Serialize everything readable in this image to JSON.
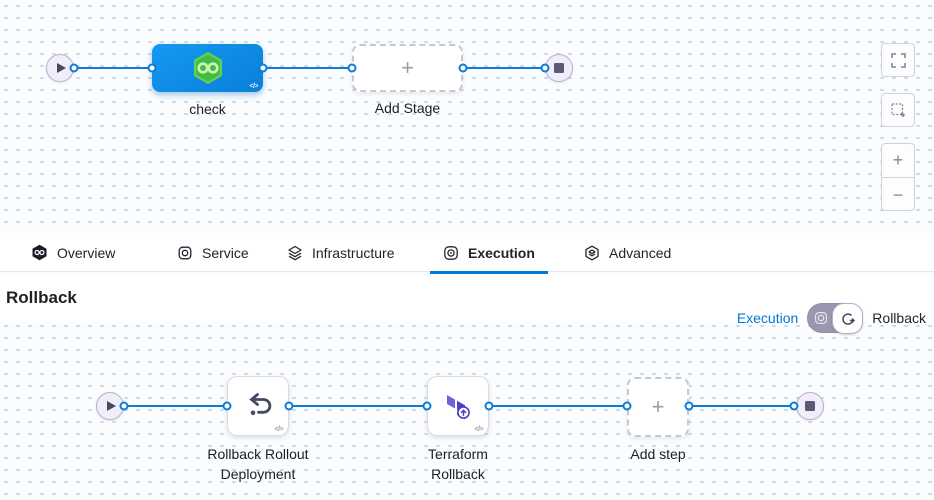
{
  "icons": {
    "plus": "+",
    "minus": "−",
    "code_badge": "</>"
  },
  "stage_canvas": {
    "stage_name": "check",
    "add_stage_label": "Add Stage",
    "controls": [
      "fullscreen",
      "marquee-select",
      "zoom-in",
      "zoom-out"
    ]
  },
  "tabs": {
    "items": [
      {
        "label": "Overview",
        "icon": "harness-overview-icon",
        "active": false
      },
      {
        "label": "Service",
        "icon": "service-icon",
        "active": false
      },
      {
        "label": "Infrastructure",
        "icon": "infrastructure-icon",
        "active": false
      },
      {
        "label": "Execution",
        "icon": "execution-icon",
        "active": true
      },
      {
        "label": "Advanced",
        "icon": "advanced-icon",
        "active": false
      }
    ]
  },
  "rollback_section": {
    "title": "Rollback",
    "execution_link": "Execution",
    "toggle_state": "rollback",
    "toggle_right_label": "Rollback",
    "steps": [
      {
        "name": "Rollback Rollout Deployment",
        "icon": "rollback-undo-icon"
      },
      {
        "name": "Terraform Rollback",
        "icon": "terraform-icon"
      }
    ],
    "add_step_label": "Add step"
  },
  "colors": {
    "edge_blue": "#0b7cd7",
    "stage_blue": "#0d87e4",
    "accent_blue": "#0278d5",
    "harness_green": "#4cc44e",
    "terraform_purple": "#4a3fc6"
  }
}
